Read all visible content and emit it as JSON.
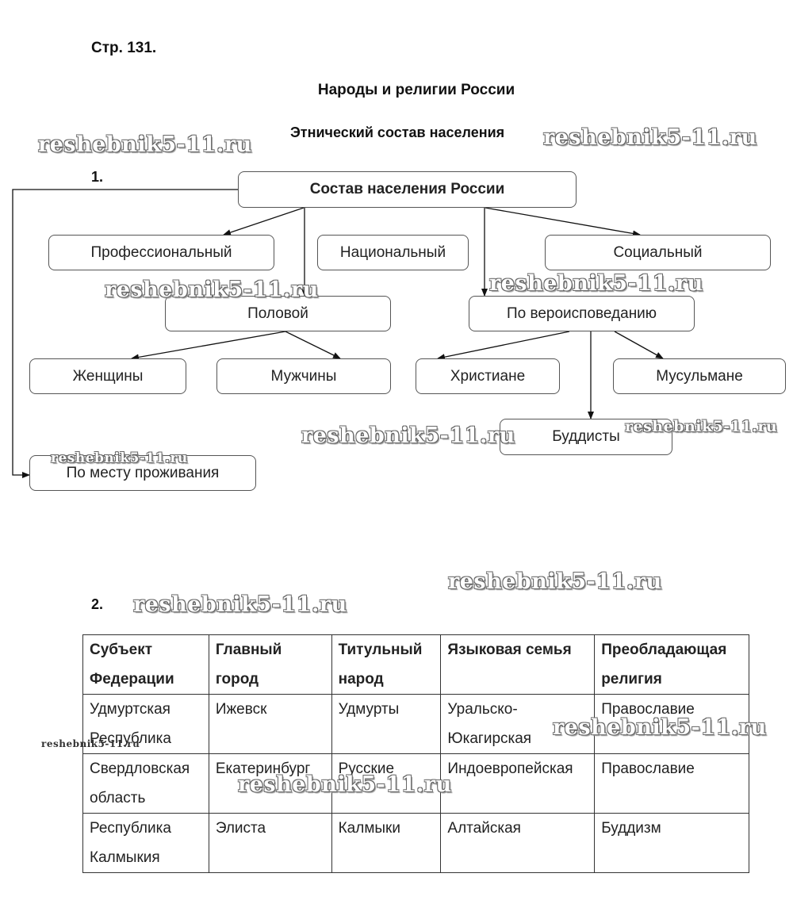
{
  "header": {
    "page_number": "Стр. 131.",
    "title": "Народы и религии России",
    "subtitle": "Этнический состав населения"
  },
  "task1": {
    "number": "1.",
    "diagram": {
      "root": "Состав населения России",
      "professional": "Профессиональный",
      "national": "Национальный",
      "social": "Социальный",
      "gender": "Половой",
      "religion": "По вероисповеданию",
      "women": "Женщины",
      "men": "Мужчины",
      "christians": "Христиане",
      "muslims": "Мусульмане",
      "buddhists": "Буддисты",
      "residence": "По месту проживания"
    }
  },
  "task2": {
    "number": "2.",
    "table": {
      "headers": [
        [
          "Субъект",
          "Федерации"
        ],
        [
          "Главный",
          "город"
        ],
        [
          "Титульный",
          "народ"
        ],
        [
          "Языковая семья",
          ""
        ],
        [
          "Преобладающая",
          "религия"
        ]
      ],
      "rows": [
        [
          [
            "Удмуртская",
            "Республика"
          ],
          [
            "Ижевск",
            ""
          ],
          [
            "Удмурты",
            ""
          ],
          [
            "Уральско-",
            "Юкагирская"
          ],
          [
            "Православие",
            ""
          ]
        ],
        [
          [
            "Свердловская",
            "область"
          ],
          [
            "Екатеринбург",
            ""
          ],
          [
            "Русские",
            ""
          ],
          [
            "Индоевропейская",
            ""
          ],
          [
            "Православие",
            ""
          ]
        ],
        [
          [
            "Республика",
            "Калмыкия"
          ],
          [
            "Элиста",
            ""
          ],
          [
            "Калмыки",
            ""
          ],
          [
            "Алтайская",
            ""
          ],
          [
            "Буддизм",
            ""
          ]
        ]
      ]
    }
  },
  "watermark": "reshebnik5-11.ru"
}
